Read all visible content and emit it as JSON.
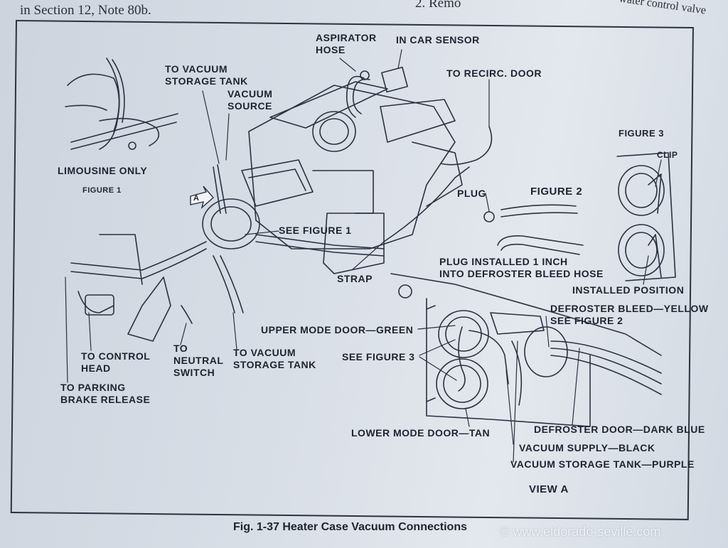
{
  "header": {
    "left_text": "in Section 12, Note 80b.",
    "right_text": "2.  Remo",
    "right_text_2": "water control valve"
  },
  "labels": {
    "aspirator_hose": [
      "ASPIRATOR",
      "HOSE"
    ],
    "in_car_sensor": "IN CAR SENSOR",
    "to_recirc_door": "TO RECIRC. DOOR",
    "to_vacuum_storage_tank_top": [
      "TO VACUUM",
      "STORAGE TANK"
    ],
    "vacuum_source": [
      "VACUUM",
      "SOURCE"
    ],
    "limousine_only": "LIMOUSINE ONLY",
    "figure_1": "FIGURE 1",
    "see_figure_1": "SEE FIGURE 1",
    "strap": "STRAP",
    "plug": "PLUG",
    "figure_2": "FIGURE 2",
    "figure_3": "FIGURE 3",
    "clip": "CLIP",
    "plug_installed": [
      "PLUG INSTALLED 1 INCH",
      "INTO DEFROSTER BLEED HOSE"
    ],
    "installed_position": "INSTALLED POSITION",
    "defroster_bleed": [
      "DEFROSTER BLEED—YELLOW",
      "SEE FIGURE 2"
    ],
    "upper_mode_door": "UPPER MODE DOOR—GREEN",
    "see_figure_3": "SEE FIGURE 3",
    "to_control_head": [
      "TO CONTROL",
      "HEAD"
    ],
    "to_neutral_switch": [
      "TO",
      "NEUTRAL",
      "SWITCH"
    ],
    "to_vacuum_storage_tank_bottom": [
      "TO VACUUM",
      "STORAGE TANK"
    ],
    "to_parking_brake_release": [
      "TO PARKING",
      "BRAKE RELEASE"
    ],
    "lower_mode_door": "LOWER MODE DOOR—TAN",
    "defroster_door": "DEFROSTER DOOR—DARK BLUE",
    "vacuum_supply": "VACUUM SUPPLY—BLACK",
    "vacuum_storage_tank_purple": "VACUUM STORAGE TANK—PURPLE",
    "view_a": "VIEW A",
    "callout_a": "A"
  },
  "caption": "Fig. 1-37  Heater Case Vacuum Connections",
  "watermark": "© www.eldorado-seville.com",
  "colors": {
    "ink": "#1d2330",
    "paper": "#d9dfe7"
  }
}
